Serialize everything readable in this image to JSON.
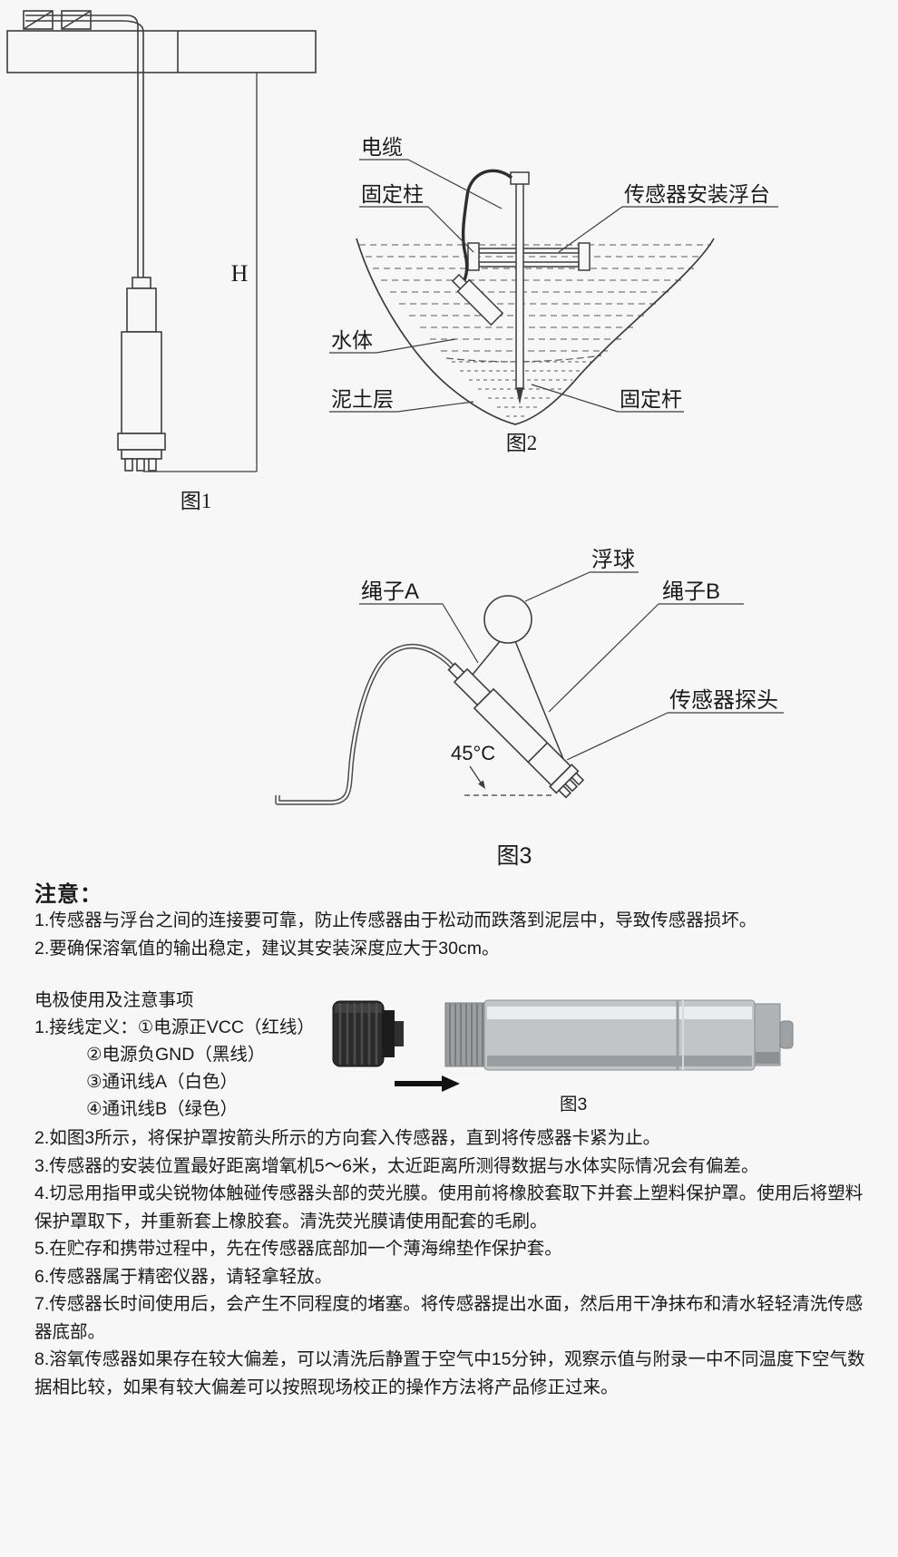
{
  "colors": {
    "bg": "#f7f7f7",
    "line": "#3d3d3d",
    "text": "#1a1a1a"
  },
  "fig1": {
    "h_label": "H",
    "caption": "图1"
  },
  "fig2": {
    "cable": "电缆",
    "post": "固定柱",
    "platform": "传感器安装浮台",
    "water": "水体",
    "mud": "泥土层",
    "rod": "固定杆",
    "caption": "图2"
  },
  "fig3": {
    "float_ball": "浮球",
    "rope_a": "绳子A",
    "rope_b": "绳子B",
    "probe": "传感器探头",
    "angle": "45°C",
    "caption": "图3"
  },
  "notes": {
    "title": "注意：",
    "items": [
      "1.传感器与浮台之间的连接要可靠，防止传感器由于松动而跌落到泥层中，导致传感器损坏。",
      "2.要确保溶氧值的输出稳定，建议其安装深度应大于30cm。"
    ]
  },
  "electrode": {
    "title": "电极使用及注意事项",
    "wiring": [
      "1.接线定义：①电源正VCC（红线）",
      "②电源负GND（黑线）",
      "③通讯线A（白色）",
      "④通讯线B（绿色）"
    ],
    "product_caption": "图3",
    "items": [
      "2.如图3所示，将保护罩按箭头所示的方向套入传感器，直到将传感器卡紧为止。",
      "3.传感器的安装位置最好距离增氧机5～6米，太近距离所测得数据与水体实际情况会有偏差。",
      "4.切忌用指甲或尖锐物体触碰传感器头部的荧光膜。使用前将橡胶套取下并套上塑料保护罩。使用后将塑料保护罩取下，并重新套上橡胶套。清洗荧光膜请使用配套的毛刷。",
      "5.在贮存和携带过程中，先在传感器底部加一个薄海绵垫作保护套。",
      "6.传感器属于精密仪器，请轻拿轻放。",
      "7.传感器长时间使用后，会产生不同程度的堵塞。将传感器提出水面，然后用干净抹布和清水轻轻清洗传感器底部。",
      "8.溶氧传感器如果存在较大偏差，可以清洗后静置于空气中15分钟，观察示值与附录一中不同温度下空气数据相比较，如果有较大偏差可以按照现场校正的操作方法将产品修正过来。"
    ]
  }
}
